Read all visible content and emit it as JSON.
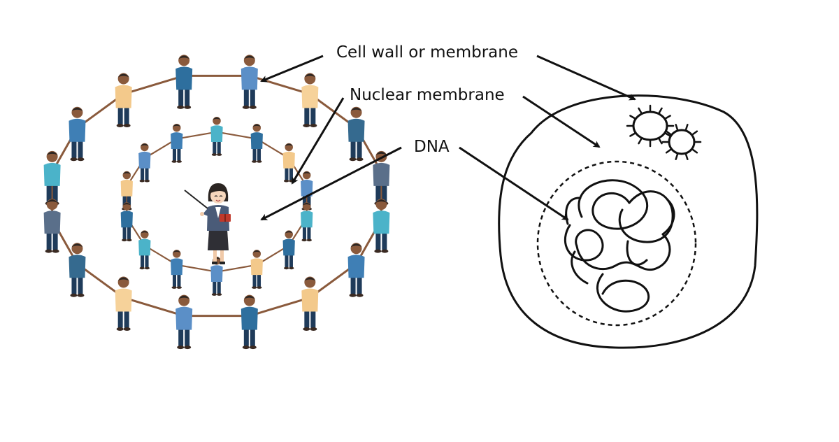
{
  "labels": {
    "cell_wall": "Cell wall or membrane",
    "nuclear_membrane": "Nuclear membrane",
    "dna": "DNA"
  },
  "colors": {
    "ink": "#111111",
    "skin": "#8a5a3c",
    "hair": "#2b2522",
    "pants_dark": "#1f3b5a",
    "shirt_outer": [
      "#4bb3c9",
      "#3f7fb5",
      "#f3c98b",
      "#2e6f9e",
      "#5b8fc7",
      "#f6d29a",
      "#356a8f",
      "#5a6f8a"
    ],
    "shirt_middle": [
      "#4bb3c9",
      "#2e6f9e",
      "#f3c98b",
      "#5b8fc7",
      "#3f7fb5"
    ],
    "shirt_inner": [
      "#4bb3c9",
      "#3f7fb5",
      "#f3c98b",
      "#2e6f9e"
    ],
    "teacher_jacket": "#4a5b78",
    "teacher_skirt": "#2f2f35",
    "teacher_book": "#c0392b"
  },
  "icons": {
    "teacher": "teacher-icon",
    "person": "person-icon",
    "bacterium": "bacterium-icon"
  }
}
